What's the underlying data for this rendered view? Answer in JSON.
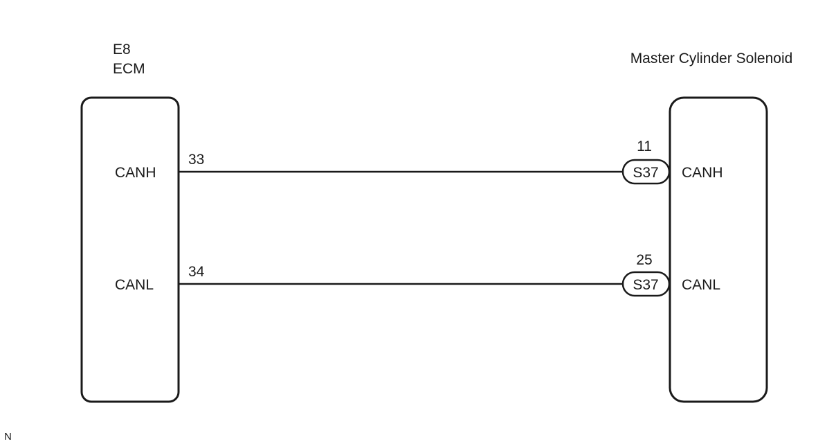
{
  "left_component": {
    "connector": "E8",
    "name": "ECM",
    "pins": [
      {
        "signal": "CANH",
        "number": "33"
      },
      {
        "signal": "CANL",
        "number": "34"
      }
    ]
  },
  "right_component": {
    "name": "Master Cylinder Solenoid",
    "pins": [
      {
        "signal": "CANH",
        "number": "11",
        "connector": "S37"
      },
      {
        "signal": "CANL",
        "number": "25",
        "connector": "S37"
      }
    ]
  },
  "corner_mark": "N",
  "colors": {
    "line": "#1a1a1a",
    "background": "#ffffff"
  }
}
